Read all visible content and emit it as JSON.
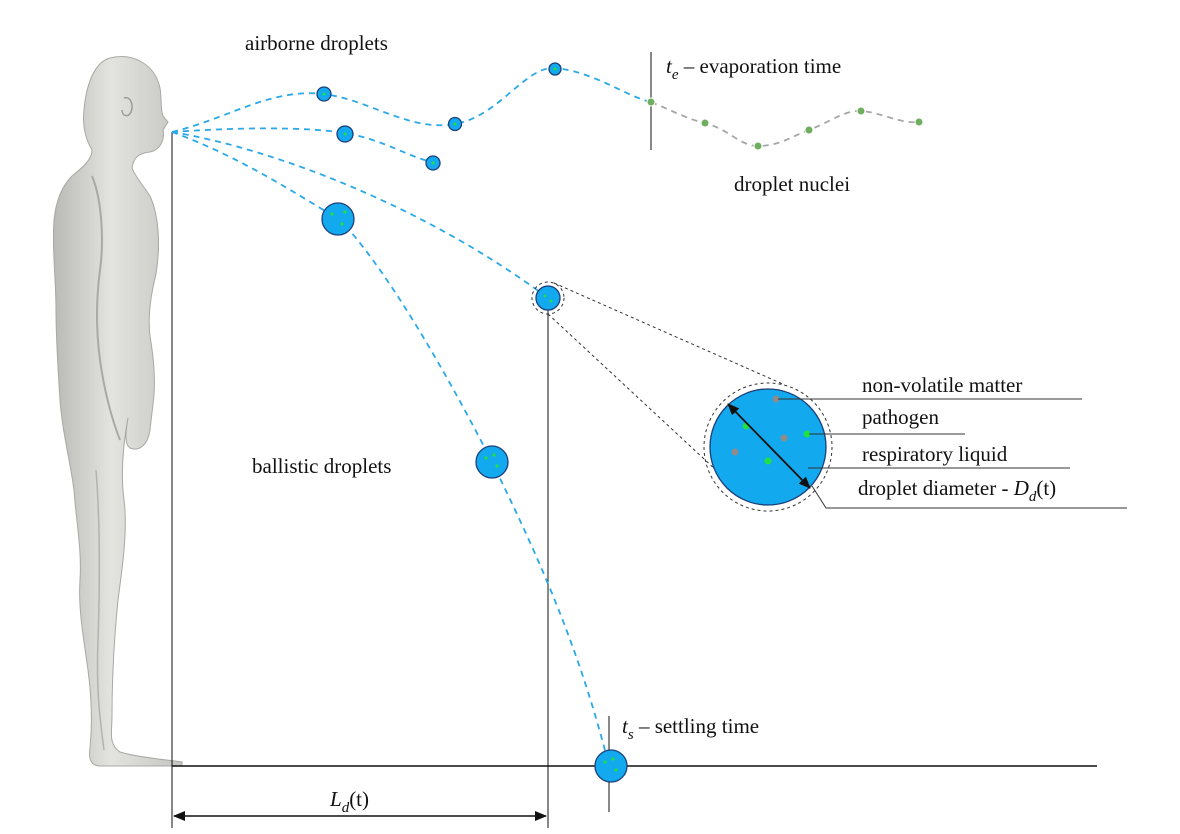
{
  "labels": {
    "airborne": "airborne droplets",
    "ballistic": "ballistic droplets",
    "droplet_nuclei": "droplet nuclei",
    "evaporation": {
      "symbol": "t",
      "subscript": "e",
      "text": " – evaporation time"
    },
    "settling": {
      "symbol": "t",
      "subscript": "s",
      "text": " – settling time"
    },
    "distance": {
      "symbol": "L",
      "subscript": "d",
      "suffix": "(t)"
    },
    "inset": {
      "non_volatile": "non-volatile matter",
      "pathogen": "pathogen",
      "respiratory_liquid": "respiratory liquid",
      "diameter_prefix": "droplet diameter - ",
      "diameter_symbol": "D",
      "diameter_subscript": "d",
      "diameter_suffix": "(t)"
    }
  },
  "colors": {
    "droplet_fill": "#13a9ee",
    "droplet_stroke": "#1c3f79",
    "trajectory": "#2aa8e8",
    "nuclei_trajectory": "#a6a6a6",
    "pathogen": "#1fe044",
    "nuclei": "#6fae5f",
    "non_volatile": "#8c8c8c",
    "human_body": "#d6d6d2",
    "line": "#111111"
  },
  "figure": {
    "human": "human-figure-side-view",
    "icons": [
      "droplet-icon",
      "arrow-icon"
    ]
  }
}
